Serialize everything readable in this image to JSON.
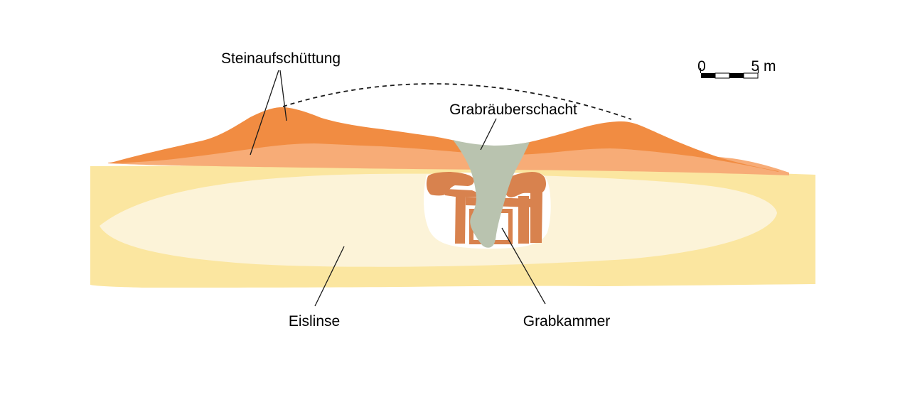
{
  "diagram": {
    "title_none": "",
    "labels": {
      "stone_fill": "Steinaufschüttung",
      "robber_shaft": "Grabräuberschacht",
      "ice_lens": "Eislinse",
      "burial_chamber": "Grabkammer"
    },
    "scale_bar": {
      "start_label": "0",
      "end_label": "5 m"
    },
    "colors": {
      "mound_dark_orange": "#F18C42",
      "mound_light_orange": "#F7AC77",
      "ground_yellow": "#FBE6A0",
      "ice_lens_light": "#FCF3D8",
      "timber_orange": "#D8824E",
      "shaft_gray": "#B9C3AF",
      "pit_white": "#FFFFFF",
      "line_black": "#1A1A1A",
      "background": "#FFFFFF"
    }
  }
}
